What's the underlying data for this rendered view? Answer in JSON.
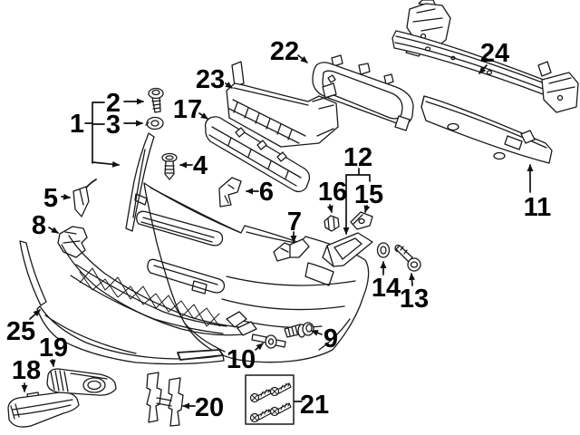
{
  "diagram": {
    "kind": "exploded-parts-diagram",
    "background": "#ffffff",
    "line_color": "#1a1a1a",
    "label_color": "#000000",
    "callouts": [
      {
        "number": "1"
      },
      {
        "number": "2"
      },
      {
        "number": "3"
      },
      {
        "number": "4"
      },
      {
        "number": "5"
      },
      {
        "number": "6"
      },
      {
        "number": "7"
      },
      {
        "number": "8"
      },
      {
        "number": "9"
      },
      {
        "number": "10"
      },
      {
        "number": "11"
      },
      {
        "number": "12"
      },
      {
        "number": "13"
      },
      {
        "number": "14"
      },
      {
        "number": "15"
      },
      {
        "number": "16"
      },
      {
        "number": "17"
      },
      {
        "number": "18"
      },
      {
        "number": "19"
      },
      {
        "number": "20"
      },
      {
        "number": "21"
      },
      {
        "number": "22"
      },
      {
        "number": "23"
      },
      {
        "number": "24"
      },
      {
        "number": "25"
      }
    ]
  }
}
